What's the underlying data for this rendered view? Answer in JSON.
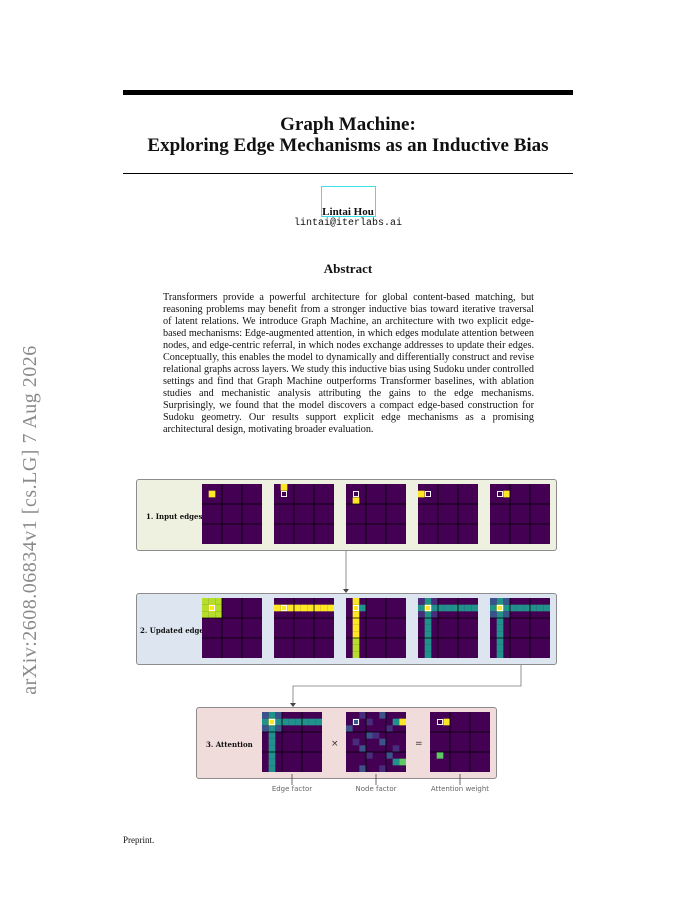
{
  "title": {
    "line1": "Graph Machine:",
    "line2": "Exploring Edge Mechanisms as an Inductive Bias"
  },
  "author": {
    "name": "Lintai Hou",
    "email": "lintai@iterlabs.ai"
  },
  "abstract": {
    "heading": "Abstract",
    "text": "Transformers provide a powerful architecture for global content-based matching, but reasoning problems may benefit from a stronger inductive bias toward iterative traversal of latent relations. We introduce Graph Machine, an architecture with two explicit edge-based mechanisms: Edge-augmented attention, in which edges modulate attention between nodes, and edge-centric referral, in which nodes exchange addresses to update their edges. Conceptually, this enables the model to dynamically and differentially construct and revise relational graphs across layers. We study this inductive bias using Sudoku under controlled settings and find that Graph Machine outperforms Transformer baselines, with ablation studies and mechanistic analysis attributing the gains to the edge mechanisms. Surprisingly, we found that the model discovers a compact edge-based construction for Sudoku geometry. Our results support explicit edge mechanisms as a promising architectural design, motivating broader evaluation."
  },
  "arxiv_stamp": "arXiv:2608.06834v1  [cs.LG]  7 Aug 2026",
  "figure": {
    "panel1_label": "1. Input edges",
    "panel2_label": "2. Updated edges",
    "panel3_label": "3. Attention",
    "times_symbol": "×",
    "equals_symbol": "=",
    "caption_edge": "Edge factor",
    "caption_node": "Node factor",
    "caption_attn": "Attention weight",
    "colors": {
      "background": "#440154",
      "yellow": "#fde725",
      "teal": "#21918c",
      "green": "#5ec962",
      "lime": "#b5de2b",
      "blue": "#3b528b",
      "purple": "#472d7b"
    }
  },
  "footer": "Preprint."
}
